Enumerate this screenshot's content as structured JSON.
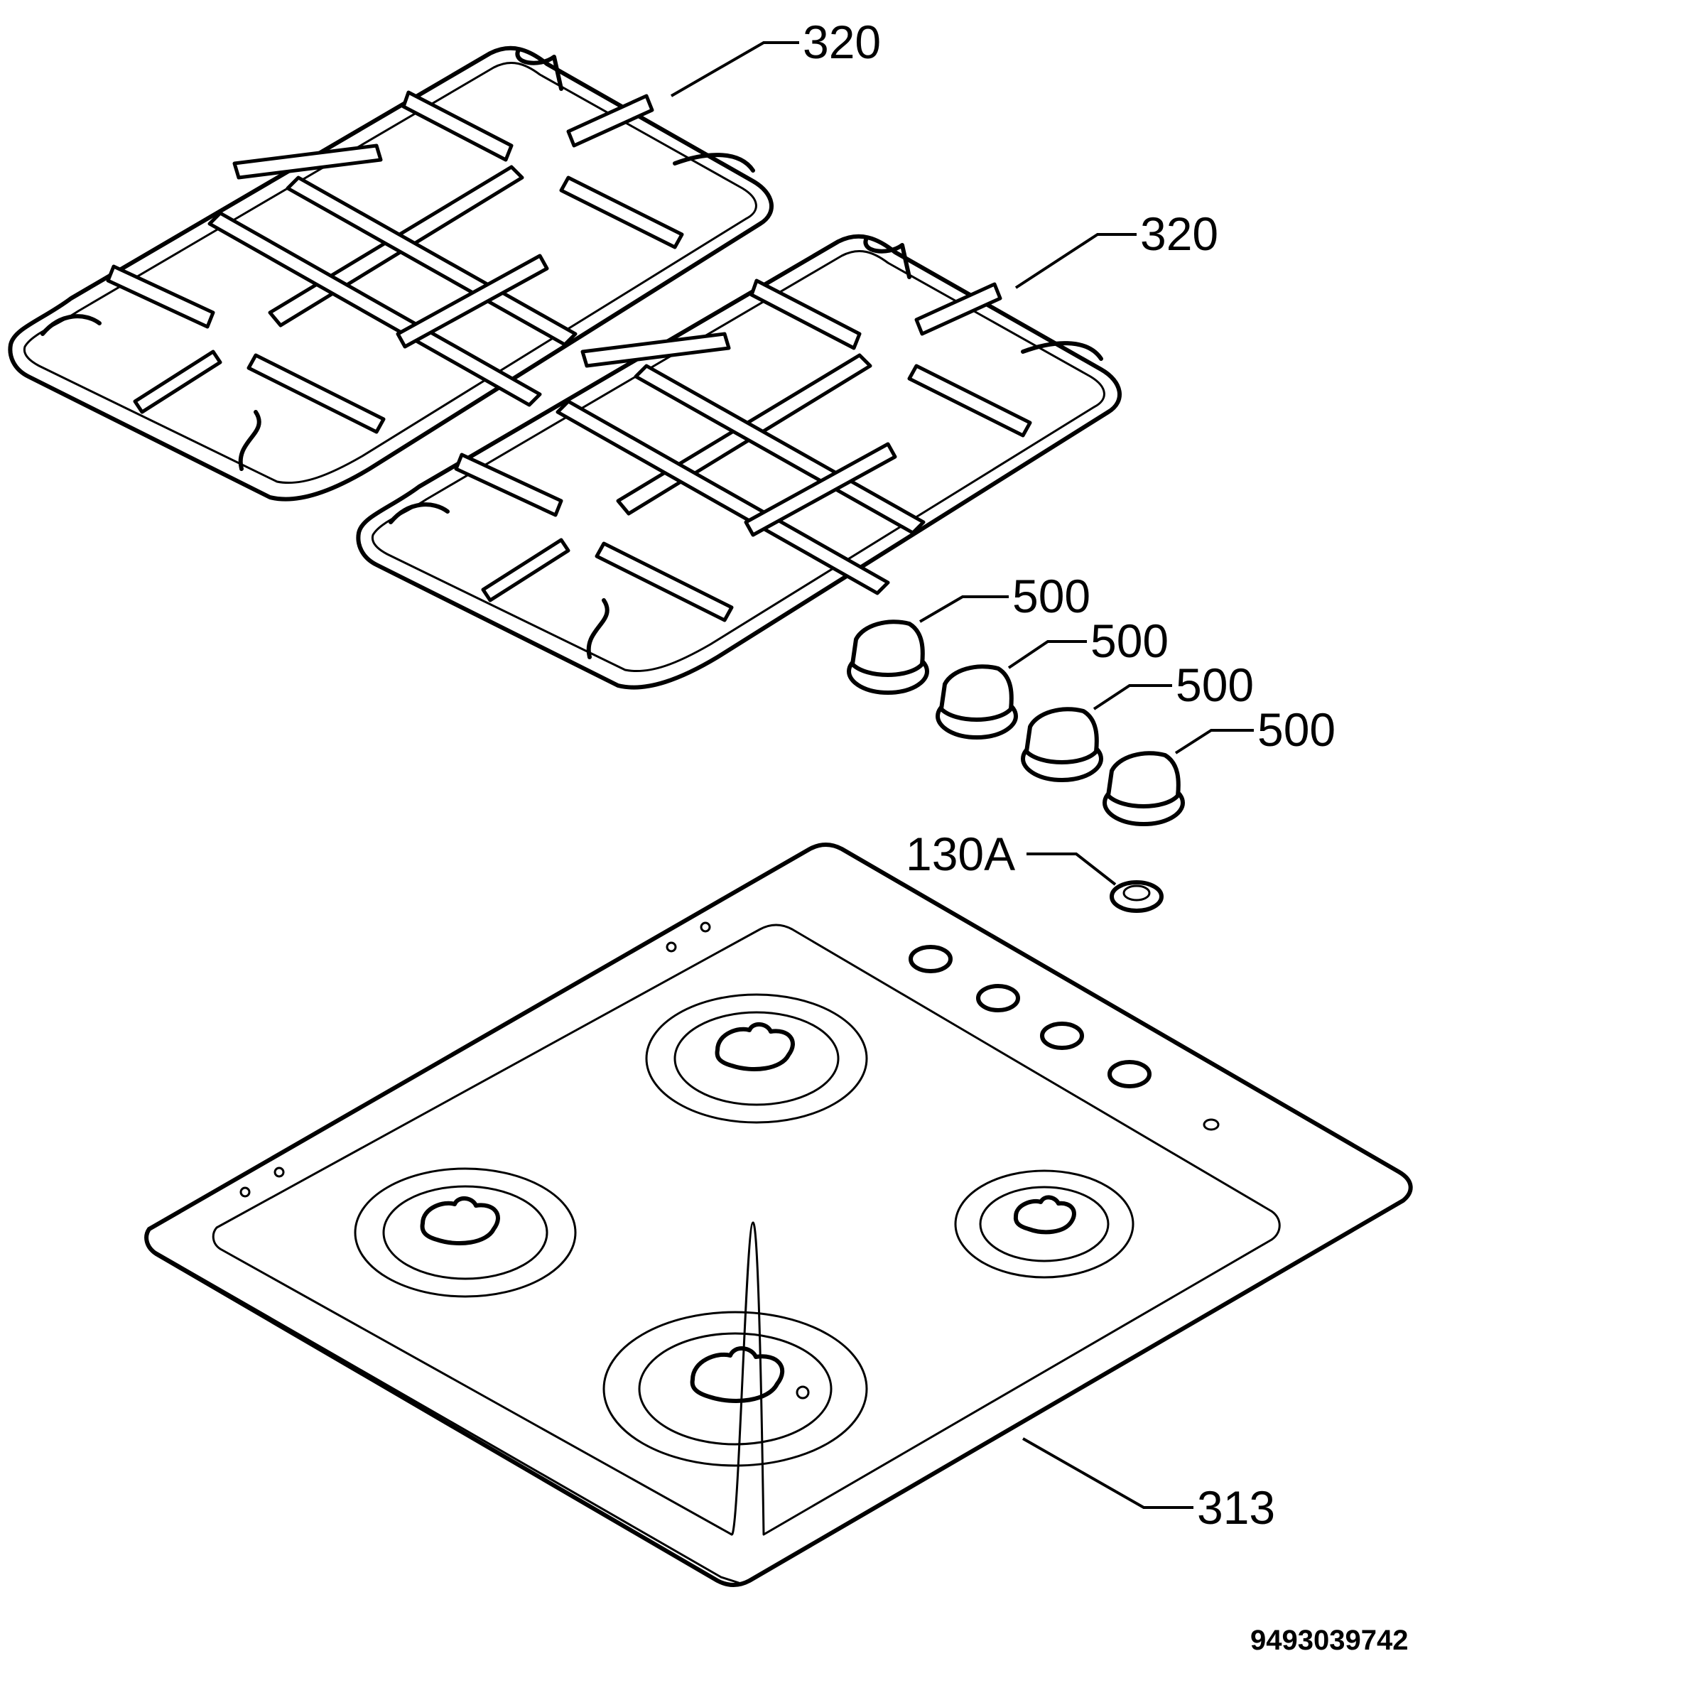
{
  "callouts": {
    "grid_top": "320",
    "grid_bottom": "320",
    "knob_1": "500",
    "knob_2": "500",
    "knob_3": "500",
    "knob_4": "500",
    "grommet": "130A",
    "hob_top": "313"
  },
  "document_number": "9493039742"
}
